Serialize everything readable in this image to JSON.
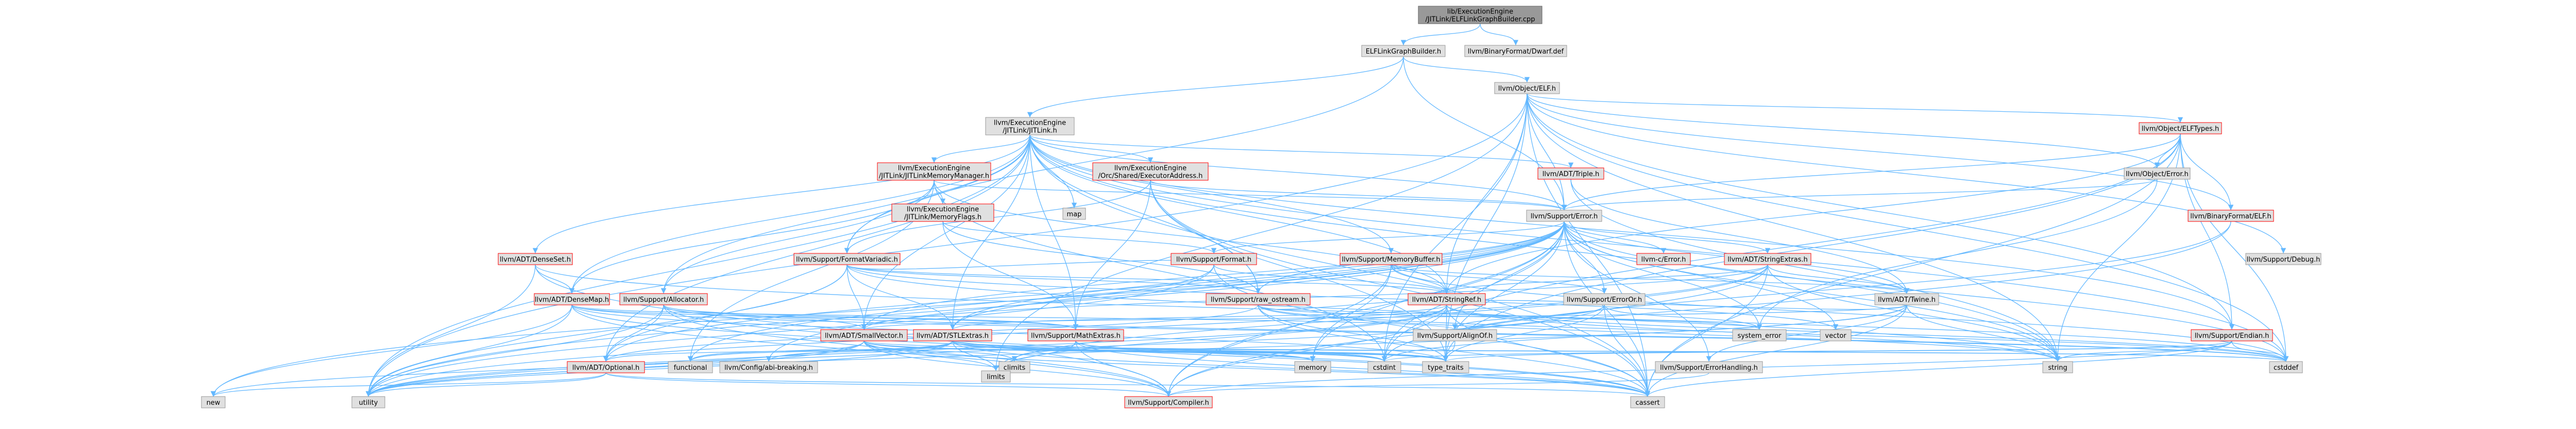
{
  "colors": {
    "edge": "#63b8ff",
    "border_complete": "#999999",
    "border_incomplete": "#ff0000",
    "border_root": "#666666",
    "fill_root": "#999999",
    "fill_default": "#e0e0e0",
    "text": "#000000"
  },
  "nodes": [
    {
      "id": "root",
      "lines": [
        "lib/ExecutionEngine",
        "/JITLink/ELFLinkGraphBuilder.cpp"
      ],
      "kind": "root"
    },
    {
      "id": "elflinkgb",
      "lines": [
        "ELFLinkGraphBuilder.h"
      ],
      "kind": "complete"
    },
    {
      "id": "dwarfdef",
      "lines": [
        "llvm/BinaryFormat/Dwarf.def"
      ],
      "kind": "complete"
    },
    {
      "id": "objelf",
      "lines": [
        "llvm/Object/ELF.h"
      ],
      "kind": "complete"
    },
    {
      "id": "jitlink",
      "lines": [
        "llvm/ExecutionEngine",
        "/JITLink/JITLink.h"
      ],
      "kind": "complete"
    },
    {
      "id": "elftypes",
      "lines": [
        "llvm/Object/ELFTypes.h"
      ],
      "kind": "incomplete"
    },
    {
      "id": "jitlinkmm",
      "lines": [
        "llvm/ExecutionEngine",
        "/JITLink/JITLinkMemoryManager.h"
      ],
      "kind": "incomplete"
    },
    {
      "id": "orcsym",
      "lines": [
        "llvm/ExecutionEngine",
        "/Orc/Shared/ExecutorAddress.h"
      ],
      "kind": "incomplete"
    },
    {
      "id": "triple",
      "lines": [
        "llvm/ADT/Triple.h"
      ],
      "kind": "incomplete"
    },
    {
      "id": "objerror",
      "lines": [
        "llvm/Object/Error.h"
      ],
      "kind": "complete"
    },
    {
      "id": "memflags",
      "lines": [
        "llvm/ExecutionEngine",
        "/JITLink/MemoryFlags.h"
      ],
      "kind": "incomplete"
    },
    {
      "id": "map",
      "lines": [
        "map"
      ],
      "kind": "complete"
    },
    {
      "id": "suppError",
      "lines": [
        "llvm/Support/Error.h"
      ],
      "kind": "complete"
    },
    {
      "id": "binelf",
      "lines": [
        "llvm/BinaryFormat/ELF.h"
      ],
      "kind": "incomplete"
    },
    {
      "id": "densset",
      "lines": [
        "llvm/ADT/DenseSet.h"
      ],
      "kind": "incomplete"
    },
    {
      "id": "formatvariadic",
      "lines": [
        "llvm/Support/FormatVariadic.h"
      ],
      "kind": "incomplete"
    },
    {
      "id": "suppformat",
      "lines": [
        "llvm/Support/Format.h"
      ],
      "kind": "incomplete"
    },
    {
      "id": "memorybuffer",
      "lines": [
        "llvm/Support/MemoryBuffer.h"
      ],
      "kind": "incomplete"
    },
    {
      "id": "cerror",
      "lines": [
        "llvm-c/Error.h"
      ],
      "kind": "incomplete"
    },
    {
      "id": "stringextras",
      "lines": [
        "llvm/ADT/StringExtras.h"
      ],
      "kind": "incomplete"
    },
    {
      "id": "suppdebug",
      "lines": [
        "llvm/Support/Debug.h"
      ],
      "kind": "complete"
    },
    {
      "id": "densemap",
      "lines": [
        "llvm/ADT/DenseMap.h"
      ],
      "kind": "incomplete"
    },
    {
      "id": "allocator",
      "lines": [
        "llvm/Support/Allocator.h"
      ],
      "kind": "incomplete"
    },
    {
      "id": "rawostream",
      "lines": [
        "llvm/Support/raw_ostream.h"
      ],
      "kind": "incomplete"
    },
    {
      "id": "stringref",
      "lines": [
        "llvm/ADT/StringRef.h"
      ],
      "kind": "incomplete"
    },
    {
      "id": "erroror",
      "lines": [
        "llvm/Support/ErrorOr.h"
      ],
      "kind": "complete"
    },
    {
      "id": "twine",
      "lines": [
        "llvm/ADT/Twine.h"
      ],
      "kind": "complete"
    },
    {
      "id": "smallvector",
      "lines": [
        "llvm/ADT/SmallVector.h"
      ],
      "kind": "incomplete"
    },
    {
      "id": "stlextras",
      "lines": [
        "llvm/ADT/STLExtras.h"
      ],
      "kind": "incomplete"
    },
    {
      "id": "mathextras",
      "lines": [
        "llvm/Support/MathExtras.h"
      ],
      "kind": "incomplete"
    },
    {
      "id": "alignof",
      "lines": [
        "llvm/Support/AlignOf.h"
      ],
      "kind": "complete"
    },
    {
      "id": "systemerror",
      "lines": [
        "system_error"
      ],
      "kind": "complete"
    },
    {
      "id": "vector",
      "lines": [
        "vector"
      ],
      "kind": "complete"
    },
    {
      "id": "endian",
      "lines": [
        "llvm/Support/Endian.h"
      ],
      "kind": "incomplete"
    },
    {
      "id": "optional",
      "lines": [
        "llvm/ADT/Optional.h"
      ],
      "kind": "incomplete"
    },
    {
      "id": "cfgabi",
      "lines": [
        "llvm/Config/abi-breaking.h"
      ],
      "kind": "complete"
    },
    {
      "id": "functional",
      "lines": [
        "functional"
      ],
      "kind": "complete"
    },
    {
      "id": "memory",
      "lines": [
        "memory"
      ],
      "kind": "complete"
    },
    {
      "id": "cstdint",
      "lines": [
        "cstdint"
      ],
      "kind": "complete"
    },
    {
      "id": "climits",
      "lines": [
        "climits"
      ],
      "kind": "complete"
    },
    {
      "id": "typetraits",
      "lines": [
        "type_traits"
      ],
      "kind": "complete"
    },
    {
      "id": "errorhandling",
      "lines": [
        "llvm/Support/ErrorHandling.h"
      ],
      "kind": "complete"
    },
    {
      "id": "string",
      "lines": [
        "string"
      ],
      "kind": "complete"
    },
    {
      "id": "cstddef",
      "lines": [
        "cstddef"
      ],
      "kind": "complete"
    },
    {
      "id": "new",
      "lines": [
        "new"
      ],
      "kind": "complete"
    },
    {
      "id": "utility",
      "lines": [
        "utility"
      ],
      "kind": "complete"
    },
    {
      "id": "compiler",
      "lines": [
        "llvm/Support/Compiler.h"
      ],
      "kind": "incomplete"
    },
    {
      "id": "cassert",
      "lines": [
        "cassert"
      ],
      "kind": "complete"
    },
    {
      "id": "limits",
      "lines": [
        "limits"
      ],
      "kind": "complete"
    }
  ]
}
